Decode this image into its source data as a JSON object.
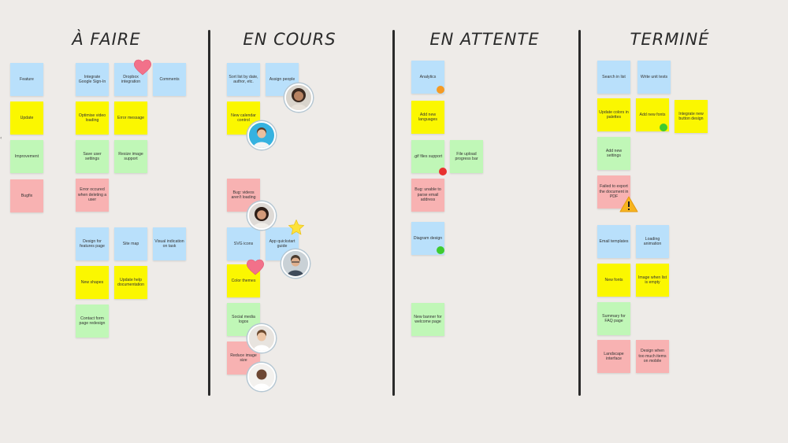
{
  "columns": [
    {
      "title": "À FAIRE"
    },
    {
      "title": "EN COURS"
    },
    {
      "title": "EN ATTENTE"
    },
    {
      "title": "TERMINÉ"
    }
  ],
  "legend": [
    {
      "label": "Feature",
      "color": "blue"
    },
    {
      "label": "Update",
      "color": "yellow"
    },
    {
      "label": "Improvement",
      "color": "green"
    },
    {
      "label": "Bugfix",
      "color": "pink"
    }
  ],
  "todo": {
    "notes": [
      "Integrate Google Sign-In",
      "Dropbox integration",
      "Comments",
      "Optimise video loading",
      "Error message",
      "Save user settings",
      "Resize image support",
      "Error occured when deleting a user",
      "Design for features page",
      "Site map",
      "Visual indication on task",
      "New shapes",
      "Update help documentation",
      "Contact form page redesign"
    ]
  },
  "in_progress": {
    "notes": [
      "Sort list by date, author, etc.",
      "Assign people",
      "New calendar control",
      "Bug: videos aren't loading",
      "SVG icons",
      "App quickstart guide",
      "Color themes",
      "Social media logos",
      "Reduce image size"
    ]
  },
  "on_hold": {
    "notes": [
      "Analytics",
      "Add new languages",
      ".gif files support",
      "File upload progress bar",
      "Bug: unable to parse email address",
      "Diagram design",
      "New banner for welcome page"
    ]
  },
  "done": {
    "notes": [
      "Search in list",
      "Write unit tests",
      "Update colors in palettes",
      "Add new fonts",
      "Integrate new button design",
      "Add new settings",
      "Failed to export the document in PDF",
      "Email templates",
      "Loading animation",
      "New fonts",
      "Image when list is empty",
      "Summary for FAQ page",
      "Landscape interface",
      "Design when too much items on mobile"
    ]
  },
  "colors": {
    "feature": "#b9e0fb",
    "update": "#fbf700",
    "improvement": "#c0f7b7",
    "bugfix": "#f8b2b2",
    "status_orange": "#f59a23",
    "status_red": "#e8302f",
    "status_green": "#3ecb2f"
  },
  "icons": [
    "heart-sticker",
    "star-sticker",
    "warning-icon",
    "user-avatar"
  ]
}
